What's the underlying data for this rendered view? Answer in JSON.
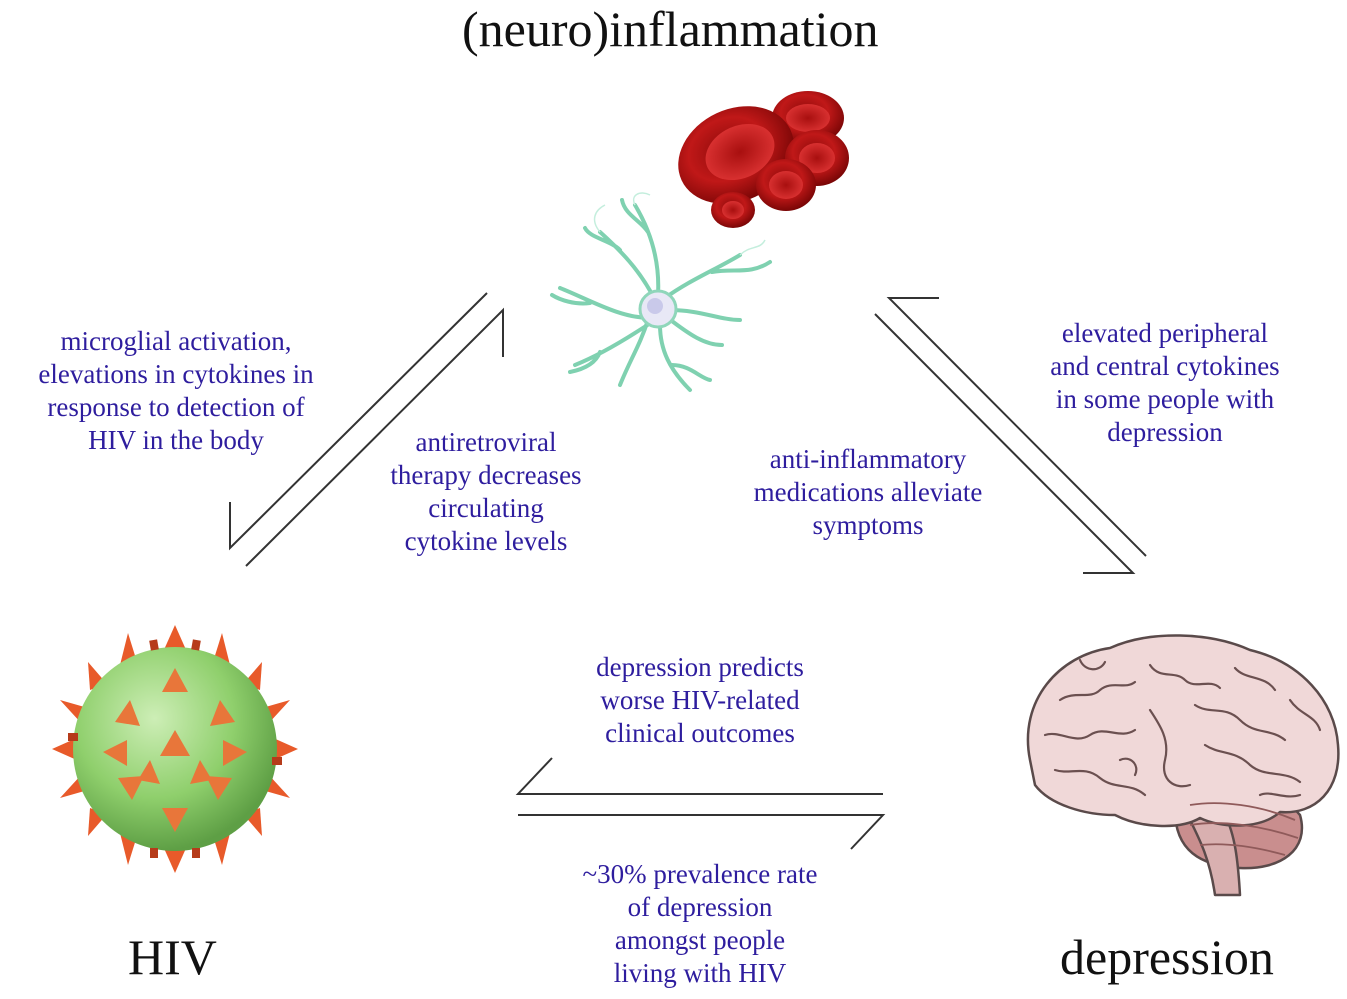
{
  "nodes": {
    "inflammation": "(neuro)inflammation",
    "hiv": "HIV",
    "depression": "depression"
  },
  "edges": {
    "hiv_to_inflammation": [
      "microglial activation,",
      "elevations in cytokines in",
      "response to detection of",
      "HIV in the body"
    ],
    "art_effect": [
      "antiretroviral",
      "therapy decreases",
      "circulating",
      "cytokine levels"
    ],
    "depression_to_inflammation": [
      "elevated peripheral",
      "and central cytokines",
      "in some people with",
      "depression"
    ],
    "anti_inflammatory": [
      "anti-inflammatory",
      "medications alleviate",
      "symptoms"
    ],
    "depression_to_hiv": [
      "depression predicts",
      "worse HIV-related",
      "clinical outcomes"
    ],
    "hiv_to_depression": [
      "~30% prevalence rate",
      "of depression",
      "amongst people",
      "living with HIV"
    ]
  },
  "icons": [
    "red-blood-cells-icon",
    "microglia-cell-icon",
    "hiv-virus-icon",
    "brain-icon"
  ],
  "colors": {
    "label_text": "#2e1d9e",
    "title_text": "#111111",
    "arrow": "#333333"
  }
}
